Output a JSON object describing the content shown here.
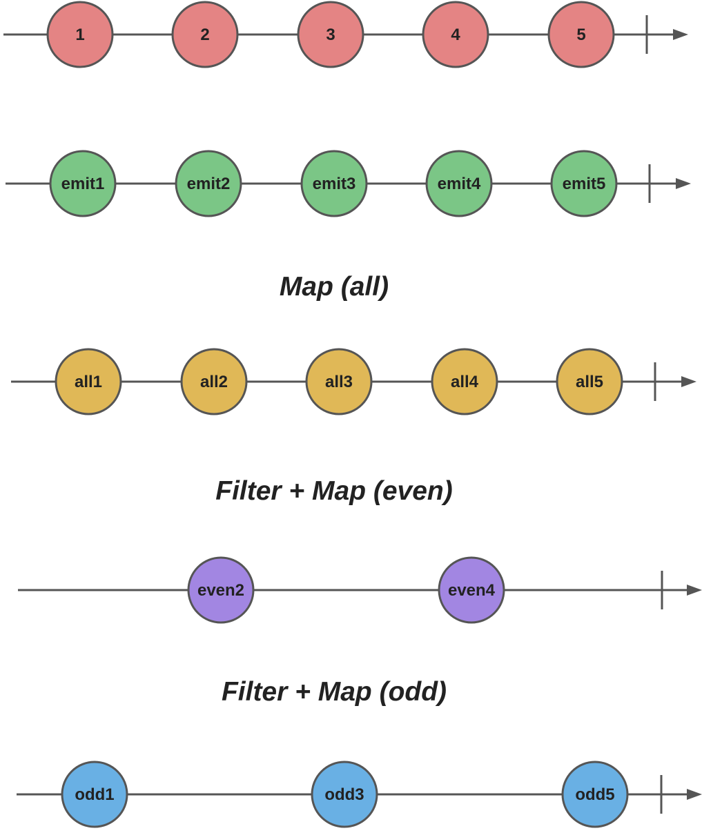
{
  "colors": {
    "line": "#555555",
    "stroke": "#555555",
    "text": "#222222"
  },
  "timelines": [
    {
      "name": "source",
      "fill": "#E48484",
      "marbles": [
        {
          "label": "1"
        },
        {
          "label": "2"
        },
        {
          "label": "3"
        },
        {
          "label": "4"
        },
        {
          "label": "5"
        }
      ]
    },
    {
      "name": "emit",
      "fill": "#7BC686",
      "marbles": [
        {
          "label": "emit1"
        },
        {
          "label": "emit2"
        },
        {
          "label": "emit3"
        },
        {
          "label": "emit4"
        },
        {
          "label": "emit5"
        }
      ]
    },
    {
      "name": "all",
      "heading": "Map (all)",
      "fill": "#E0B857",
      "marbles": [
        {
          "label": "all1"
        },
        {
          "label": "all2"
        },
        {
          "label": "all3"
        },
        {
          "label": "all4"
        },
        {
          "label": "all5"
        }
      ]
    },
    {
      "name": "even",
      "heading": "Filter + Map (even)",
      "fill": "#A286E2",
      "marbles": [
        {
          "label": "even2"
        },
        {
          "label": "even4"
        }
      ]
    },
    {
      "name": "odd",
      "heading": "Filter + Map (odd)",
      "fill": "#69B0E4",
      "marbles": [
        {
          "label": "odd1"
        },
        {
          "label": "odd3"
        },
        {
          "label": "odd5"
        }
      ]
    }
  ]
}
